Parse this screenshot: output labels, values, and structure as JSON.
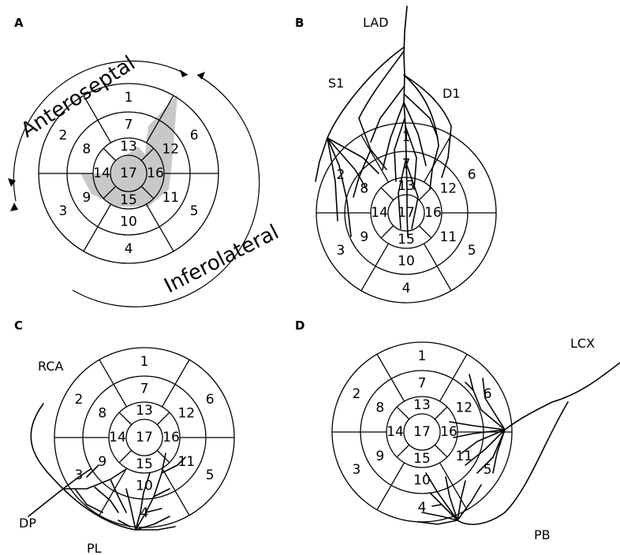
{
  "panels": {
    "A": {
      "letter": "A",
      "territory_labels": [
        "Anteroseptal",
        "Inferolateral"
      ]
    },
    "B": {
      "letter": "B",
      "vessel_labels": {
        "lad": "LAD",
        "s1": "S1",
        "d1": "D1"
      }
    },
    "C": {
      "letter": "C",
      "vessel_labels": {
        "rca": "RCA",
        "dp": "DP",
        "pl": "PL"
      }
    },
    "D": {
      "letter": "D",
      "vessel_labels": {
        "lcx": "LCX",
        "pb": "PB"
      }
    }
  },
  "segments": [
    "1",
    "2",
    "3",
    "4",
    "5",
    "6",
    "7",
    "8",
    "9",
    "10",
    "11",
    "12",
    "13",
    "14",
    "15",
    "16",
    "17"
  ],
  "colors": {
    "shade": "#c8c8c8",
    "stroke": "#000000"
  }
}
